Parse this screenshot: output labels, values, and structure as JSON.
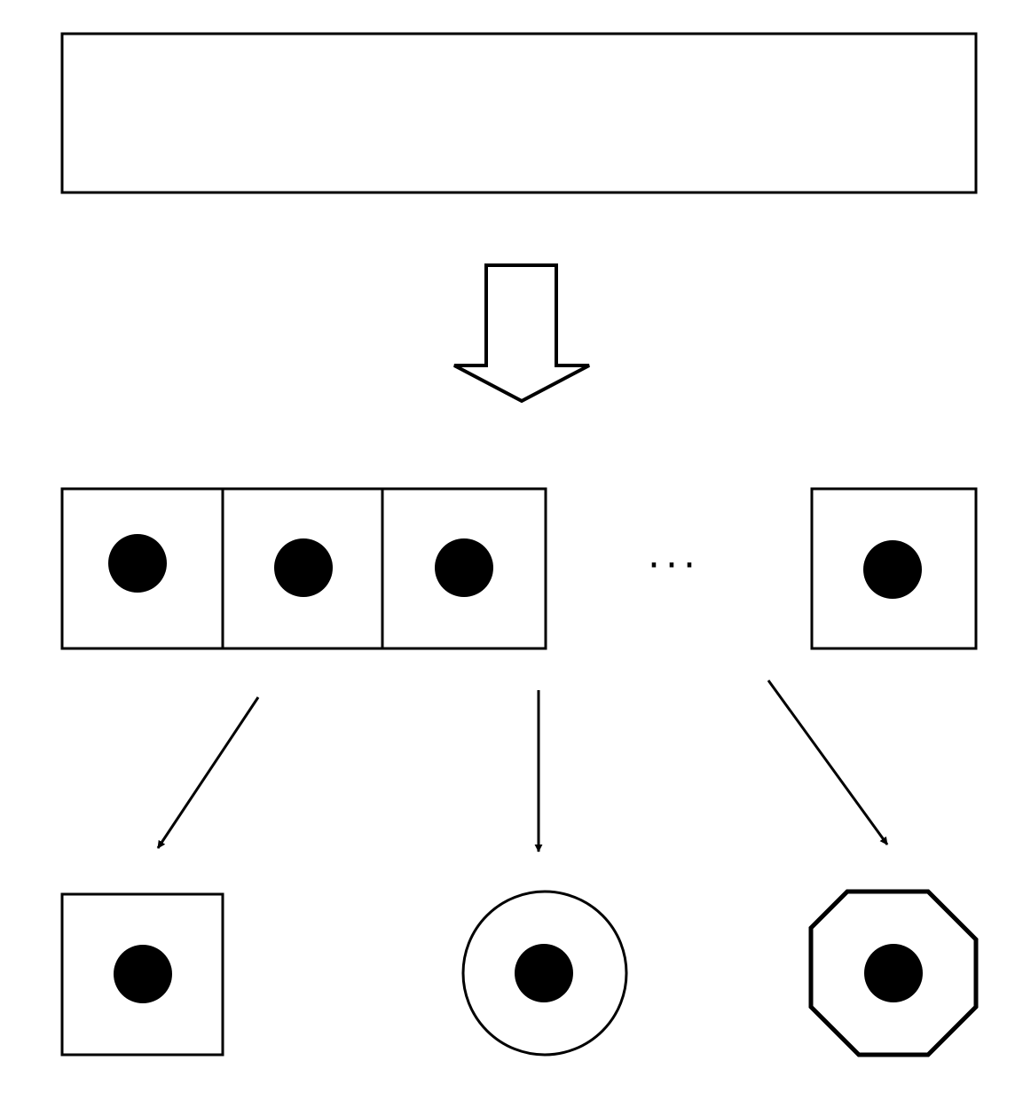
{
  "diagram": {
    "source_box": {
      "shape": "rectangle"
    },
    "transform_arrow": {
      "style": "hollow-block",
      "direction": "down"
    },
    "cells": [
      {
        "shape": "square",
        "content": "dot"
      },
      {
        "shape": "square",
        "content": "dot"
      },
      {
        "shape": "square",
        "content": "dot"
      },
      {
        "shape": "square",
        "content": "dot"
      }
    ],
    "ellipsis": "···",
    "outputs": [
      {
        "shape": "square",
        "content": "dot"
      },
      {
        "shape": "circle",
        "content": "dot"
      },
      {
        "shape": "octagon",
        "content": "dot"
      }
    ],
    "colors": {
      "stroke": "#000000",
      "fill": "#ffffff",
      "dot": "#000000"
    }
  }
}
